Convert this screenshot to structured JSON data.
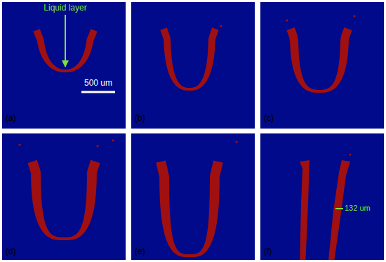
{
  "diagram": {
    "labels": [
      "Liquid layer",
      "500 um",
      "(a)",
      "(b)",
      "(c)",
      "(d)",
      "(e)",
      "(f)",
      "132 um"
    ]
  }
}
